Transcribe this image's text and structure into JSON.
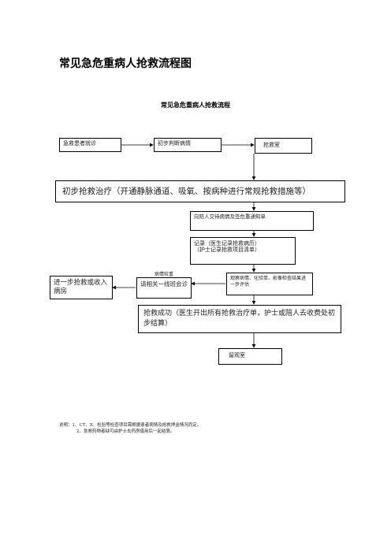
{
  "page_title": "常见急危重病人抢救流程图",
  "diagram_title": "常见急危重病人抢救流程",
  "nodes": {
    "patient_visit": "急救患者就诊",
    "initial_judge": "初步判断病情",
    "rescue_room": "抢救室",
    "initial_treatment": "初步抢救治疗（开通静脉通道、吸氧、按病种进行常规抢救措施等）",
    "notify_family": "向陪人交待病情及签危重通知单",
    "record_line1": "记录（医生记录抢救病历）",
    "record_line2": "（护士记录抢救项目清单）",
    "observe": "观察病情、化验单、影像检查结果进一步评估",
    "consult": "请相关一线班会诊",
    "further_rescue": "进一步抢救或收入病房",
    "rescue_success": "抢救成功（医生开出所有抢救治疗单，护士或陪人去收费处初步结算）",
    "observation_room": "留观室"
  },
  "edge_labels": {
    "stable": "病情较重"
  },
  "notes": {
    "line1": "说明：1、CT、X、检验等检查项目需根据患者病情及抢救押金情况而定。",
    "line2": "2、急救药物者缺可由护士去药房借用后一起结算。"
  }
}
